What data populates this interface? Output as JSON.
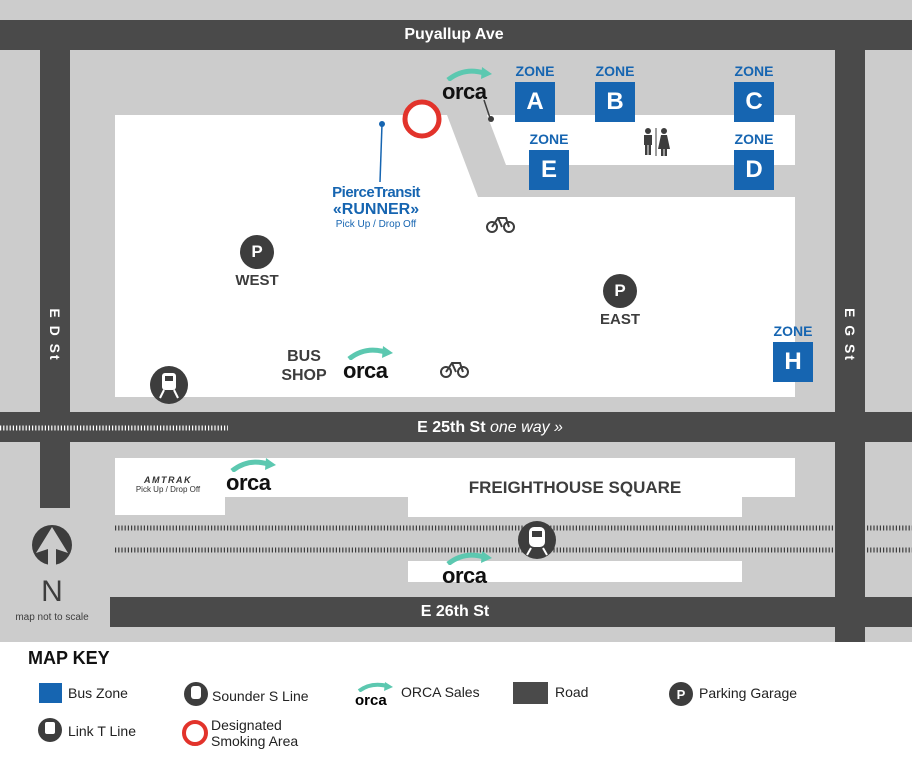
{
  "streets": {
    "north": "Puyallup Ave",
    "west": "E D St",
    "east": "E G St",
    "middle": "E 25th St",
    "middle_note": "one way »",
    "south": "E 26th St"
  },
  "zones": [
    {
      "label": "ZONE",
      "letter": "A"
    },
    {
      "label": "ZONE",
      "letter": "B"
    },
    {
      "label": "ZONE",
      "letter": "C"
    },
    {
      "label": "ZONE",
      "letter": "E"
    },
    {
      "label": "ZONE",
      "letter": "D"
    },
    {
      "label": "ZONE",
      "letter": "H"
    }
  ],
  "parking": [
    {
      "symbol": "P",
      "name": "WEST"
    },
    {
      "symbol": "P",
      "name": "EAST"
    }
  ],
  "pierce_transit": {
    "brand": "PierceTransit",
    "service": "«RUNNER»",
    "note": "Pick Up / Drop Off"
  },
  "bus_shop": {
    "line1": "BUS",
    "line2": "SHOP"
  },
  "orca_logo": "orca",
  "amtrak": {
    "brand": "AMTRAK",
    "note": "Pick Up / Drop Off"
  },
  "freighthouse": "FREIGHTHOUSE SQUARE",
  "north": {
    "letter": "N",
    "note": "map not to scale"
  },
  "key": {
    "title": "MAP KEY",
    "bus_zone": "Bus Zone",
    "sounder": "Sounder S Line",
    "orca_sales": "ORCA Sales",
    "road": "Road",
    "parking": "Parking Garage",
    "parking_symbol": "P",
    "link": "Link T Line",
    "smoking_1": "Designated",
    "smoking_2": "Smoking Area"
  },
  "colors": {
    "zone": "#1665b1",
    "road": "#4a4a4a",
    "ground": "#cccccc",
    "smoking": "#e2332b",
    "orca_arrow": "#5cc8b0"
  }
}
